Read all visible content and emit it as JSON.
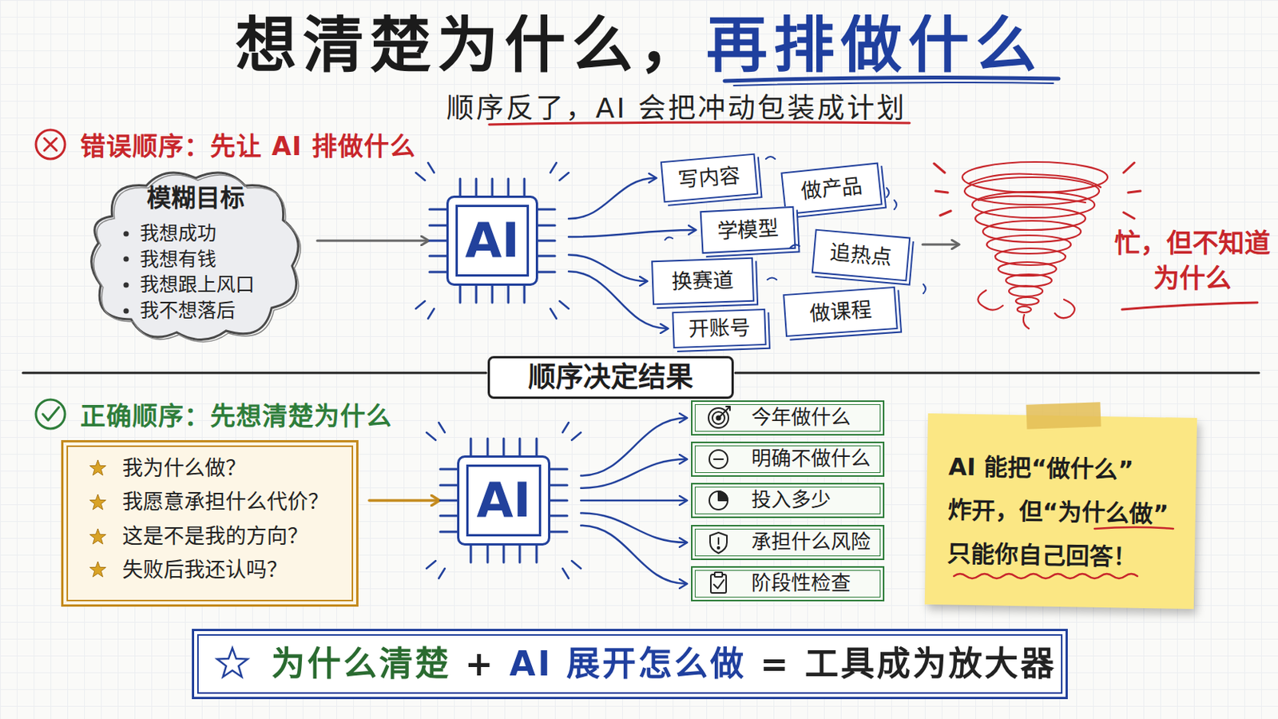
{
  "diagram": {
    "title": "想清楚为什么，再排做什么",
    "nodes": [
      {
        "text": [
          "模糊目标",
          "我想成功",
          "我想有钱",
          "我想跟上风口",
          "我不想落后"
        ]
      },
      {
        "text": [
          "AI"
        ]
      },
      {
        "text": [
          "写内容"
        ]
      },
      {
        "text": [
          "做产品"
        ]
      },
      {
        "text": [
          "学模型"
        ]
      },
      {
        "text": [
          "追热点"
        ]
      },
      {
        "text": [
          "换赛道"
        ]
      },
      {
        "text": [
          "做课程"
        ]
      },
      {
        "text": [
          "开账号"
        ]
      },
      {
        "text": [
          "顺序决定结果"
        ]
      },
      {
        "text": [
          "我为什么做？",
          "我愿意承担什么代价？",
          "这是不是我的方向？",
          "失败后我还认吗？"
        ]
      },
      {
        "text": [
          "AI"
        ]
      },
      {
        "text": [
          "今年做什么"
        ]
      },
      {
        "text": [
          "明确不做什么"
        ]
      },
      {
        "text": [
          "投入多少"
        ]
      },
      {
        "text": [
          "承担什么风险"
        ]
      },
      {
        "text": [
          "阶段性检查"
        ]
      },
      {
        "text": [
          "AI 能把“做什么” 炸开，但“为什么做” 只能你自己回答！"
        ]
      },
      {
        "text": [
          "为什么清楚 + AI 展开怎么做 = 工具成为放大器"
        ]
      }
    ],
    "edges": [
      {
        "from": 0,
        "to": 1,
        "arrow": "to"
      },
      {
        "from": 1,
        "to": 2,
        "arrow": "to"
      },
      {
        "from": 1,
        "to": 4,
        "arrow": "to"
      },
      {
        "from": 1,
        "to": 6,
        "arrow": "to"
      },
      {
        "from": 1,
        "to": 8,
        "arrow": "to"
      },
      {
        "from": 10,
        "to": 11,
        "arrow": "to"
      },
      {
        "from": 11,
        "to": 12,
        "arrow": "to"
      },
      {
        "from": 11,
        "to": 13,
        "arrow": "to"
      },
      {
        "from": 11,
        "to": 14,
        "arrow": "to"
      },
      {
        "from": 11,
        "to": 15,
        "arrow": "to"
      },
      {
        "from": 11,
        "to": 16,
        "arrow": "to"
      }
    ],
    "labels": [
      "顺序反了，AI 会把冲动包装成计划",
      "错误顺序：先让 AI 排做什么",
      "忙，但不知道 为什么",
      "正确顺序：先想清楚为什么"
    ]
  }
}
